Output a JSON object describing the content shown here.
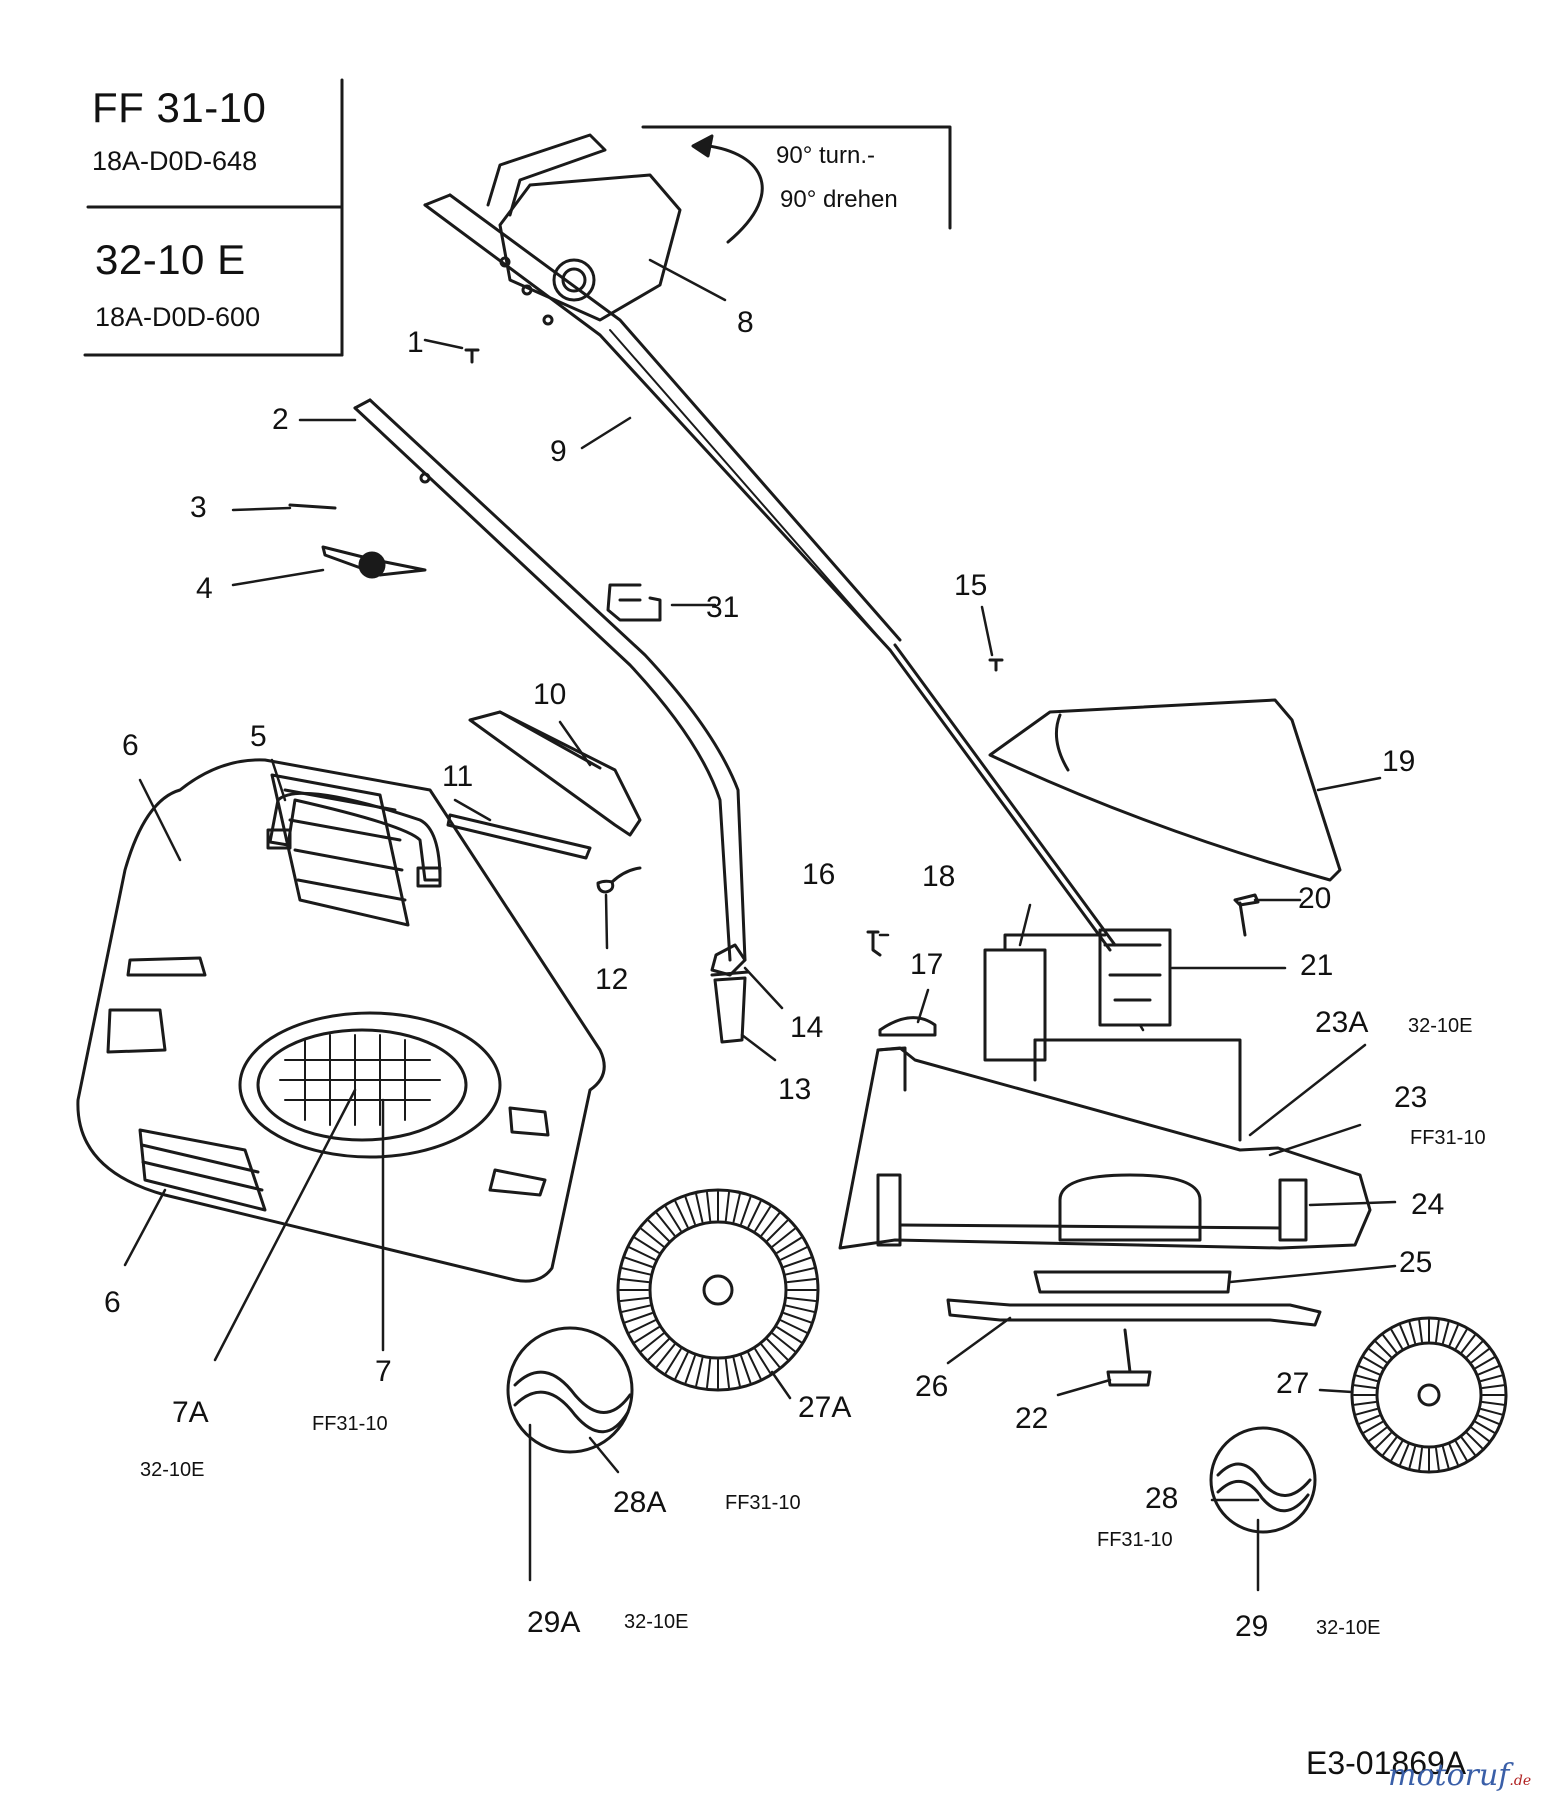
{
  "models": [
    {
      "name": "FF 31-10",
      "number": "18A-D0D-648"
    },
    {
      "name": "32-10 E",
      "number": "18A-D0D-600"
    }
  ],
  "rotation_note": {
    "line1": "90° turn.-",
    "line2": "90° drehen"
  },
  "callouts": {
    "c1": "1",
    "c2": "2",
    "c3": "3",
    "c4": "4",
    "c5": "5",
    "c6a": "6",
    "c6b": "6",
    "c7": "7",
    "c7a": "7A",
    "c8": "8",
    "c9": "9",
    "c10": "10",
    "c11": "11",
    "c12": "12",
    "c13": "13",
    "c14": "14",
    "c15": "15",
    "c16": "16",
    "c17": "17",
    "c18": "18",
    "c19": "19",
    "c20": "20",
    "c21": "21",
    "c22": "22",
    "c23": "23",
    "c23a": "23A",
    "c24": "24",
    "c25": "25",
    "c26": "26",
    "c27": "27",
    "c27a": "27A",
    "c28": "28",
    "c28a": "28A",
    "c29": "29",
    "c29a": "29A",
    "c31": "31"
  },
  "variant_tags": {
    "t7": "FF31-10",
    "t7a": "32-10E",
    "t23a": "32-10E",
    "t23": "FF31-10",
    "t28a": "FF31-10",
    "t29a": "32-10E",
    "t28": "FF31-10",
    "t29": "32-10E"
  },
  "drawing_code": "E3-01869A",
  "watermark": {
    "main": "motoruf",
    "suffix": ".de"
  }
}
